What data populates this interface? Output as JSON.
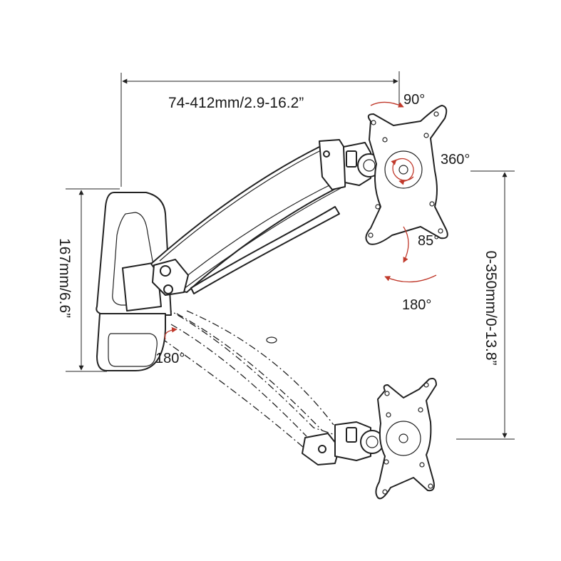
{
  "labels": {
    "reach": "74-412mm/2.9-16.2”",
    "wall_height": "167mm/6.6”",
    "vertical_range": "0-350mm/0-13.8”",
    "tilt_up": "90°",
    "rotation": "360°",
    "tilt": "85°",
    "swivel_head": "180°",
    "swivel_wall": "180°"
  },
  "colors": {
    "accent": "#c0392b",
    "line": "#222222"
  },
  "icons": {
    "rotation_arrows": "curved-arrow-icon"
  }
}
